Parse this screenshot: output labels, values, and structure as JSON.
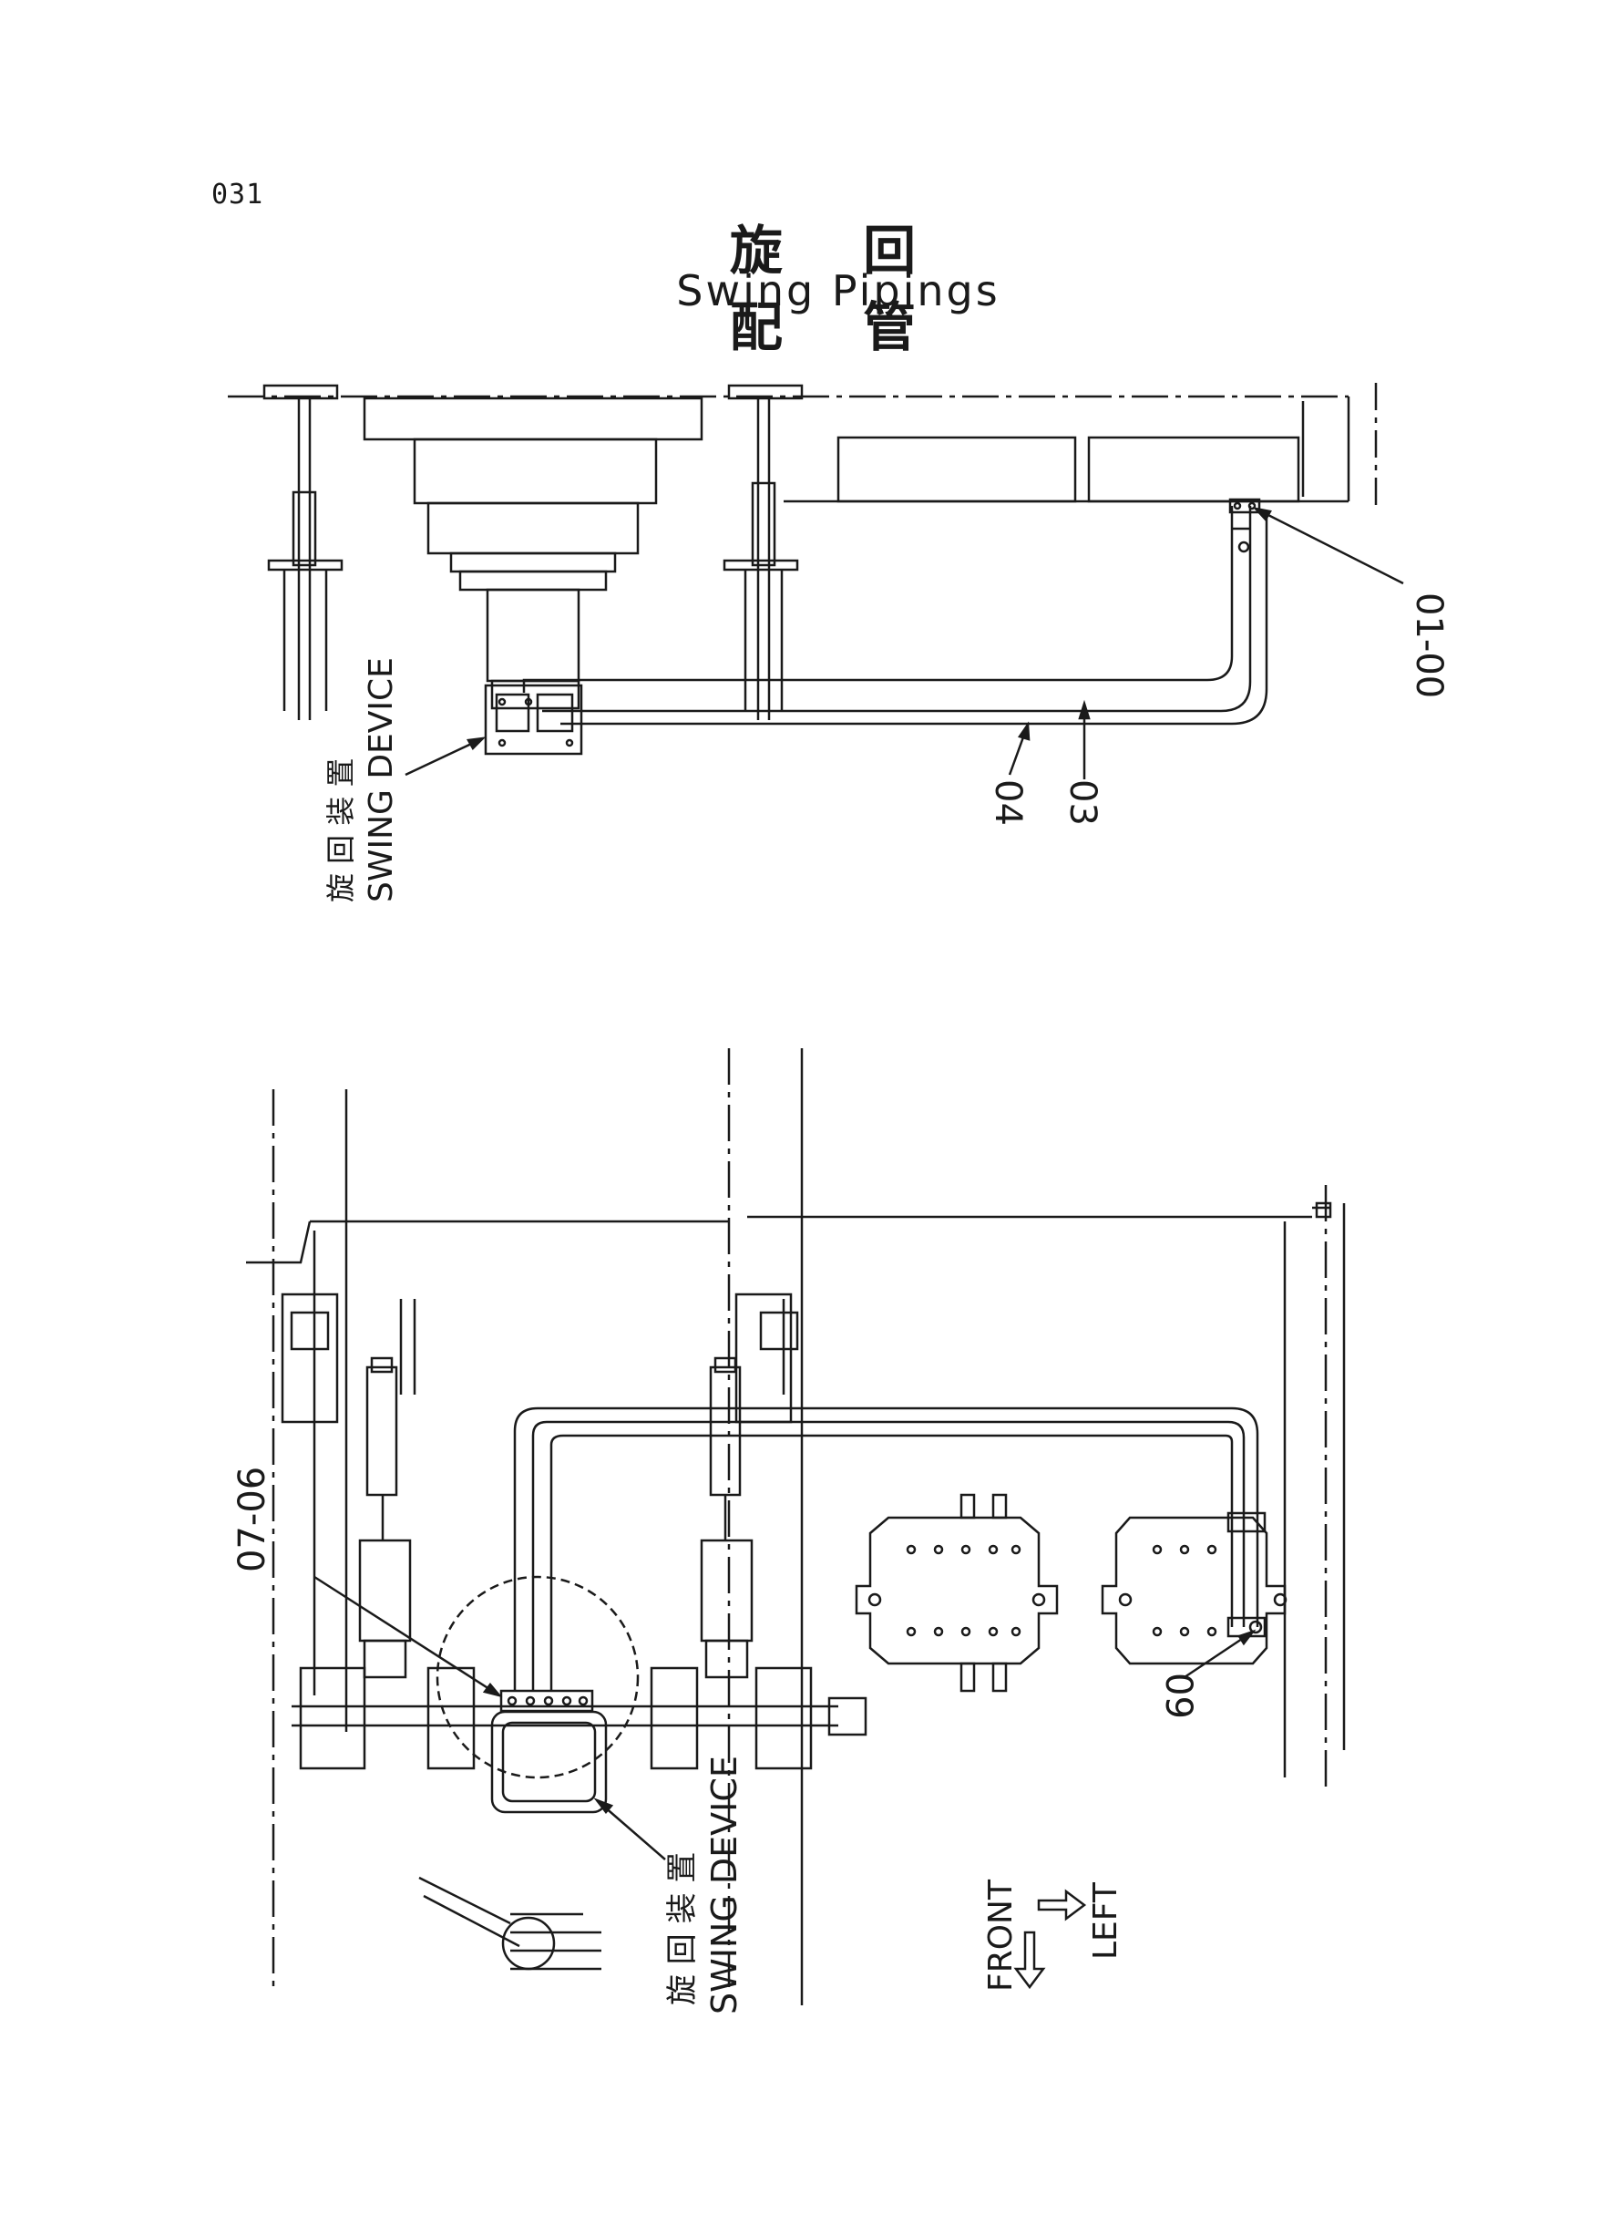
{
  "page": {
    "number": "031"
  },
  "title": {
    "japanese": "旋 回 配 管",
    "english": "Swing Pipings"
  },
  "top_view": {
    "device_label_jp": "旋 回 装 置",
    "device_label_en": "SWING DEVICE",
    "part_01_00": "01-00",
    "part_03": "03",
    "part_04": "04"
  },
  "bottom_view": {
    "device_label_jp": "旋 回 装 置",
    "device_label_en": "SWING DEVICE",
    "part_07_06": "07-06",
    "part_09": "09",
    "front_label": "FRONT",
    "left_label": "LEFT"
  },
  "colors": {
    "ink": "#1a1a1a",
    "paper": "#ffffff"
  }
}
